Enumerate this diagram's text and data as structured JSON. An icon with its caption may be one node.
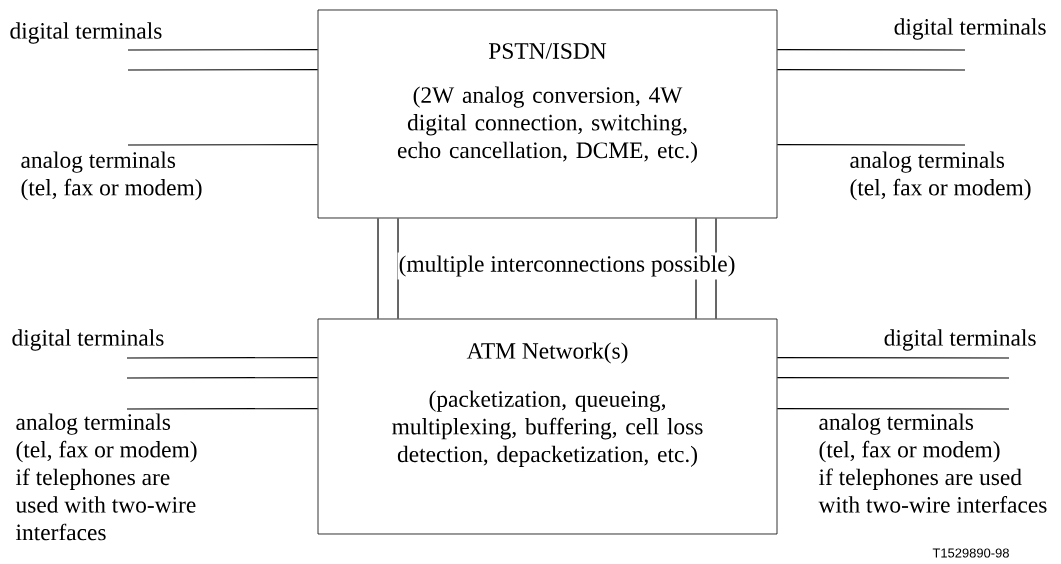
{
  "diagram": {
    "nodes": [
      {
        "text": [
          "PSTN/ISDN",
          "(2W analog conversion, 4W digital connection, switching, echo cancellation, DCME, etc.)"
        ]
      },
      {
        "text": [
          "ATM Network(s)",
          "(packetization, queueing, multiplexing, buffering, cell loss detection, depacketization, etc.)"
        ]
      },
      {
        "text": [
          "digital terminals"
        ]
      },
      {
        "text": [
          "digital terminals"
        ]
      },
      {
        "text": [
          "analog terminals (tel, fax or modem)"
        ]
      },
      {
        "text": [
          "analog terminals (tel, fax or modem)"
        ]
      },
      {
        "text": [
          "digital terminals"
        ]
      },
      {
        "text": [
          "digital terminals"
        ]
      },
      {
        "text": [
          "analog terminals (tel, fax or modem) if telephones are used with two-wire interfaces"
        ]
      },
      {
        "text": [
          "analog terminals (tel, fax or modem) if telephones are used with two-wire interfaces"
        ]
      }
    ],
    "edges": [
      {
        "from": 2,
        "to": 0,
        "arrow": "none"
      },
      {
        "from": 2,
        "to": 0,
        "arrow": "none"
      },
      {
        "from": 4,
        "to": 0,
        "arrow": "none"
      },
      {
        "from": 0,
        "to": 3,
        "arrow": "none"
      },
      {
        "from": 0,
        "to": 3,
        "arrow": "none"
      },
      {
        "from": 0,
        "to": 5,
        "arrow": "none"
      },
      {
        "from": 0,
        "to": 1,
        "arrow": "none"
      },
      {
        "from": 0,
        "to": 1,
        "arrow": "none"
      },
      {
        "from": 0,
        "to": 1,
        "arrow": "none"
      },
      {
        "from": 0,
        "to": 1,
        "arrow": "none"
      },
      {
        "from": 6,
        "to": 1,
        "arrow": "none"
      },
      {
        "from": 6,
        "to": 1,
        "arrow": "none"
      },
      {
        "from": 8,
        "to": 1,
        "arrow": "none"
      },
      {
        "from": 1,
        "to": 7,
        "arrow": "none"
      },
      {
        "from": 1,
        "to": 7,
        "arrow": "none"
      },
      {
        "from": 1,
        "to": 9,
        "arrow": "none"
      }
    ],
    "labels": [
      "(multiple interconnections possible)",
      "T1529890-98"
    ]
  }
}
